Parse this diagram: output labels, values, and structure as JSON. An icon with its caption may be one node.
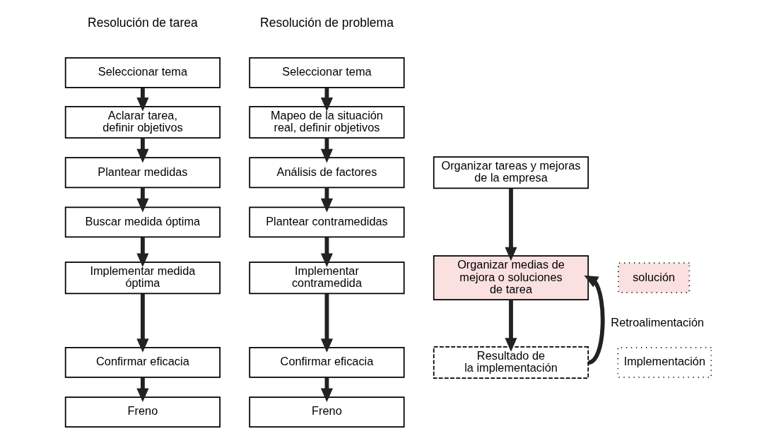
{
  "diagram": {
    "nodes": [
      {
        "text": [
          "Seleccionar tema"
        ]
      },
      {
        "text": [
          "Aclarar tarea, definir objetivos"
        ]
      },
      {
        "text": [
          "Plantear medidas"
        ]
      },
      {
        "text": [
          "Buscar medida óptima"
        ]
      },
      {
        "text": [
          "Implementar medida óptima"
        ]
      },
      {
        "text": [
          "Confirmar eficacia"
        ]
      },
      {
        "text": [
          "Freno"
        ]
      },
      {
        "text": [
          "Seleccionar tema"
        ]
      },
      {
        "text": [
          "Mapeo de la situación real, definir objetivos"
        ]
      },
      {
        "text": [
          "Análisis de factores"
        ]
      },
      {
        "text": [
          "Plantear contramedidas"
        ]
      },
      {
        "text": [
          "Implementar contramedida"
        ]
      },
      {
        "text": [
          "Confirmar eficacia"
        ]
      },
      {
        "text": [
          "Freno"
        ]
      },
      {
        "text": [
          "Organizar tareas y mejoras de la empresa"
        ]
      },
      {
        "text": [
          "solución"
        ]
      },
      {
        "text": [
          "Organizar medias de mejora o soluciones de tarea"
        ]
      },
      {
        "text": [
          "Implementación"
        ]
      },
      {
        "text": [
          "Resultado de la implementación"
        ]
      }
    ],
    "edges": [
      {
        "from": 0,
        "to": 1,
        "arrow": "to"
      },
      {
        "from": 1,
        "to": 2,
        "arrow": "to"
      },
      {
        "from": 2,
        "to": 3,
        "arrow": "to"
      },
      {
        "from": 3,
        "to": 4,
        "arrow": "to"
      },
      {
        "from": 4,
        "to": 5,
        "arrow": "to"
      },
      {
        "from": 5,
        "to": 6,
        "arrow": "to"
      },
      {
        "from": 7,
        "to": 8,
        "arrow": "to"
      },
      {
        "from": 8,
        "to": 9,
        "arrow": "to"
      },
      {
        "from": 9,
        "to": 10,
        "arrow": "to"
      },
      {
        "from": 10,
        "to": 11,
        "arrow": "to"
      },
      {
        "from": 11,
        "to": 12,
        "arrow": "to"
      },
      {
        "from": 12,
        "to": 13,
        "arrow": "to"
      },
      {
        "from": 14,
        "to": 16,
        "arrow": "to"
      },
      {
        "from": 16,
        "to": 18,
        "arrow": "to"
      },
      {
        "from": 18,
        "to": 16,
        "arrow": "to",
        "label": "Retroalimentación"
      }
    ],
    "labels": [
      "Resolución de tarea",
      "Resolución de problema"
    ]
  }
}
